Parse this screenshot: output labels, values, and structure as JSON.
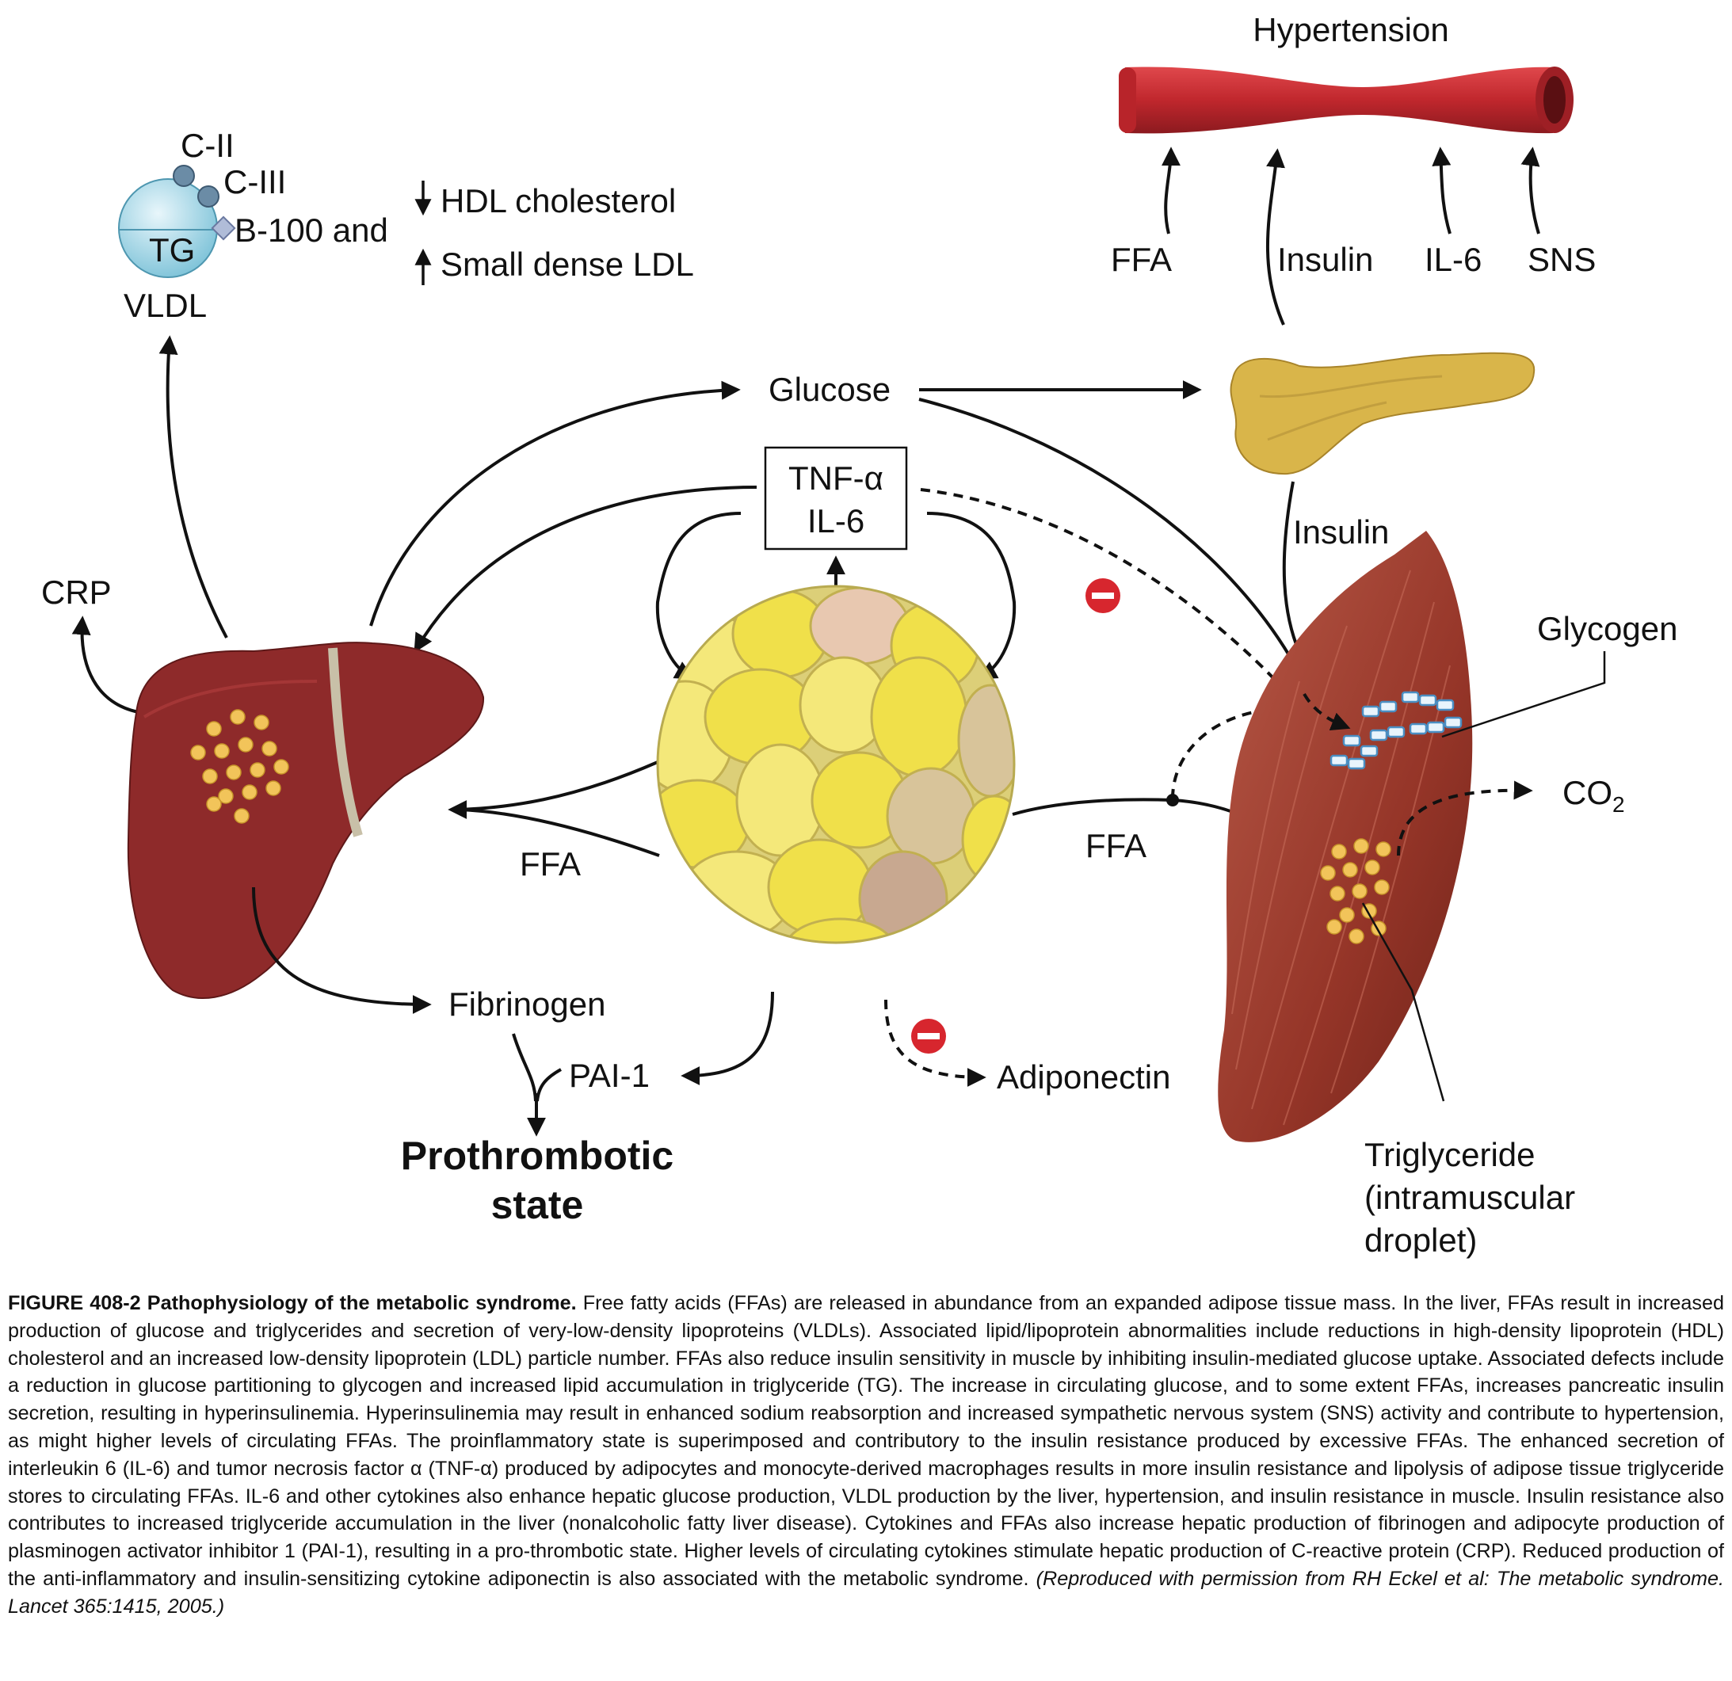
{
  "labels": {
    "hypertension": "Hypertension",
    "c2": "C-II",
    "c3": "C-III",
    "b100": "B-100 and",
    "tg": "TG",
    "vldl": "VLDL",
    "hdl": "HDL cholesterol",
    "ldl": "Small dense LDL",
    "ffa_top": "FFA",
    "insulin_top": "Insulin",
    "il6_top": "IL-6",
    "sns": "SNS",
    "glucose": "Glucose",
    "tnf": "TNF-α",
    "il6_box": "IL-6",
    "insulin_mid": "Insulin",
    "crp": "CRP",
    "glycogen": "Glycogen",
    "co2": "CO",
    "co2_sub": "2",
    "ffa_left": "FFA",
    "ffa_right": "FFA",
    "fibrinogen": "Fibrinogen",
    "pai1": "PAI-1",
    "adiponectin": "Adiponectin",
    "prothrombotic_1": "Prothrombotic",
    "prothrombotic_2": "state",
    "triglyceride_1": "Triglyceride",
    "triglyceride_2": "(intramuscular",
    "triglyceride_3": "droplet)"
  },
  "caption": {
    "figure_label": "FIGURE 408-2  Pathophysiology of the metabolic syndrome.",
    "body": " Free fatty acids (FFAs) are released in abundance from an expanded adipose tissue mass. In the liver, FFAs result in increased production of glucose and triglycerides and secretion of very-low-density lipoproteins (VLDLs). Associated lipid/lipoprotein abnormalities include reductions in high-density lipoprotein (HDL) cholesterol and an increased low-density lipoprotein (LDL) particle number. FFAs also reduce insulin sensitivity in muscle by inhibiting insulin-mediated glucose uptake. Associated defects include a reduction in glucose partitioning to glycogen and increased lipid accumulation in triglyceride (TG). The increase in circulating glucose, and to some extent FFAs, increases pancreatic insulin secretion, resulting in hyperinsulinemia. Hyperinsulinemia may result in enhanced sodium reabsorption and increased sympathetic nervous system (SNS) activity and contribute to hypertension, as might higher levels of circulating FFAs. The proinflammatory state is superimposed and contributory to the insulin resistance produced by excessive FFAs. The enhanced secretion of interleukin 6 (IL-6) and tumor necrosis factor α (TNF-α) produced by adipocytes and monocyte-derived macrophages results in more insulin resistance and lipolysis of adipose tissue triglyceride stores to circulating FFAs. IL-6 and other cytokines also enhance hepatic glucose production, VLDL production by the liver, hypertension, and insulin resistance in muscle. Insulin resistance also contributes to increased triglyceride accumulation in the liver (nonalcoholic fatty liver disease). Cytokines and FFAs also increase hepatic production of fibrinogen and adipocyte production of plasminogen activator inhibitor 1 (PAI-1), resulting in a pro-thrombotic state. Higher levels of circulating cytokines stimulate hepatic production of C-reactive protein (CRP). Reduced production of the anti-inflammatory and insulin-sensitizing cytokine adiponectin is also associated with the metabolic syndrome. ",
    "credit": "(Reproduced with permission from RH Eckel et al: The metabolic syndrome. Lancet 365:1415, 2005.)"
  },
  "colors": {
    "vessel": "#c0272d",
    "liver": "#8e2a2a",
    "muscle": "#9a3b2f",
    "adipocyte": "#f0e04a",
    "pancreas": "#d9b54a",
    "inhibit_badge": "#d7262e",
    "glycogen": "#9ecae8",
    "lipid_droplet": "#f2c45a"
  },
  "icons": [
    "blood-vessel-illustration",
    "vldl-particle-illustration",
    "pancreas-illustration",
    "liver-illustration",
    "adipose-tissue-illustration",
    "muscle-illustration",
    "inhibition-minus-icon"
  ]
}
